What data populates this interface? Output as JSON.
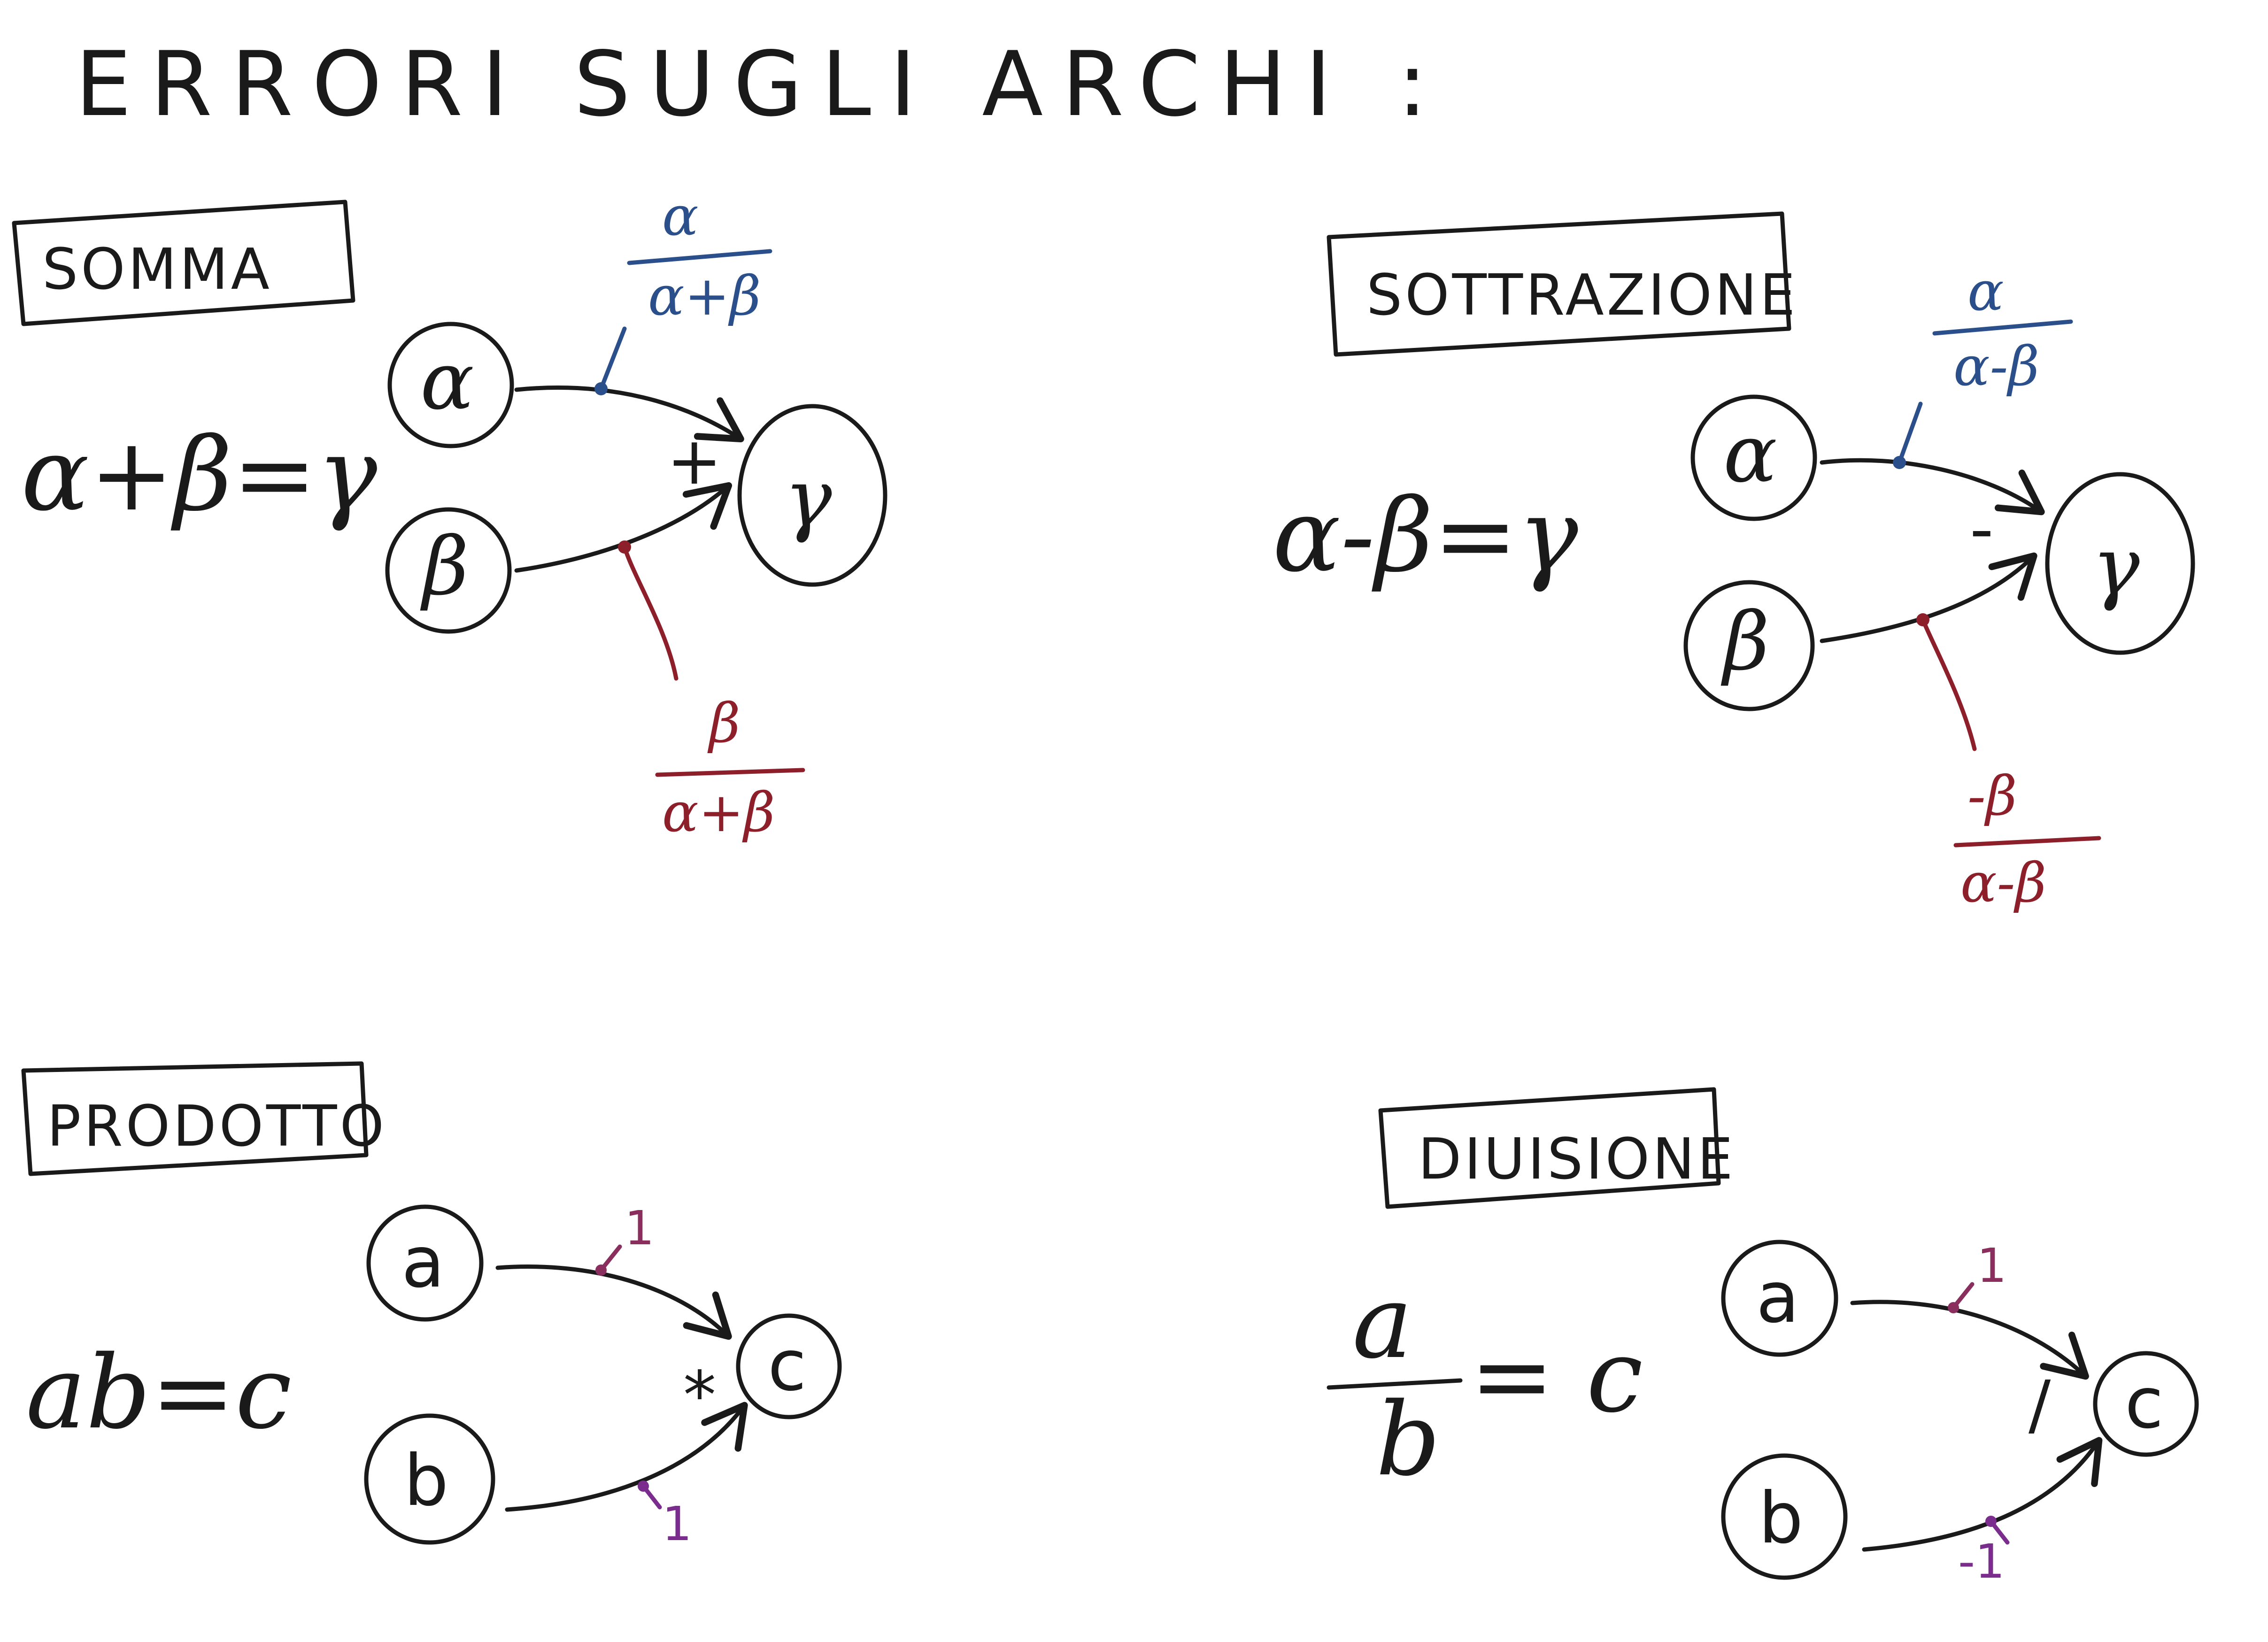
{
  "title": "ERRORI SUGLI ARCHI :",
  "colors": {
    "ink": "#1a1a1a",
    "blue": "#2b4f8a",
    "red": "#8c1f2a",
    "plum": "#8a2e5e",
    "purple": "#7b2d8e"
  },
  "sections": {
    "somma": {
      "label": "SOMMA",
      "equation": "α+β=γ",
      "node_a": "α",
      "node_b": "β",
      "node_out": "γ",
      "operator": "+",
      "err_a": {
        "num": "α",
        "den": "α+β"
      },
      "err_b": {
        "num": "β",
        "den": "α+β"
      }
    },
    "sottrazione": {
      "label": "SOTTRAZIONE",
      "equation": "α-β=γ",
      "node_a": "α",
      "node_b": "β",
      "node_out": "γ",
      "operator": "-",
      "err_a": {
        "num": "α",
        "den": "α-β"
      },
      "err_b": {
        "num": "-β",
        "den": "α-β"
      }
    },
    "prodotto": {
      "label": "PRODOTTO",
      "equation": "ab=c",
      "node_a": "a",
      "node_b": "b",
      "node_out": "c",
      "operator": "*",
      "weight_a": "1",
      "weight_b": "1"
    },
    "divisione": {
      "label": "DIUISIONE",
      "eq_num": "a",
      "eq_den": "b",
      "eq_rhs": "= c",
      "node_a": "a",
      "node_b": "b",
      "node_out": "c",
      "operator": "/",
      "weight_a": "1",
      "weight_b": "-1"
    }
  }
}
